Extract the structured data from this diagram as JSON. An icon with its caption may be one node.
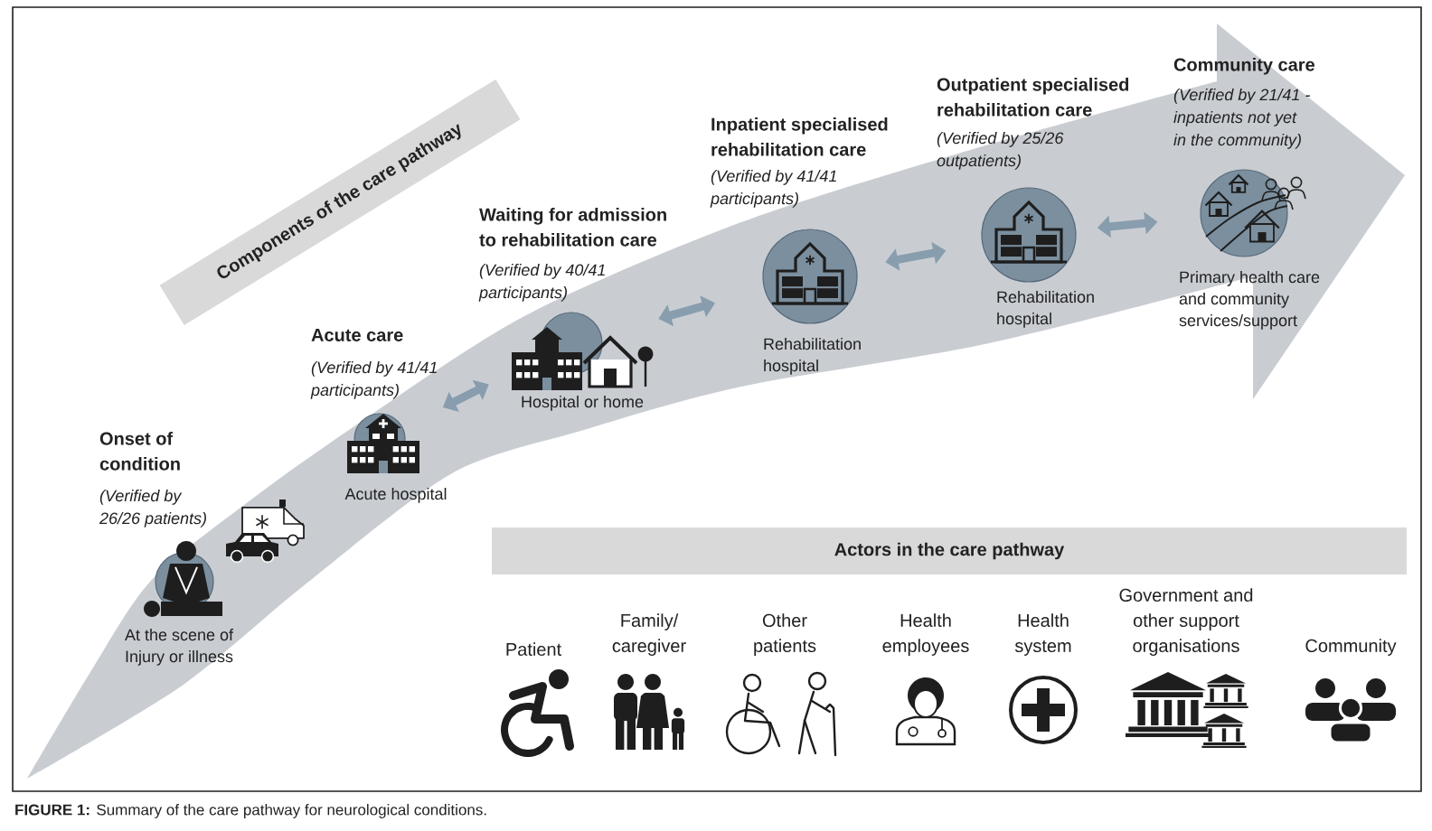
{
  "diagram": {
    "caption": "**FIGURE 1:** Summary of the care pathway for neurological conditions.",
    "nodes": [
      {
        "text": [
          "Components of the care pathway"
        ]
      },
      {
        "text": [
          "Onset of condition",
          "(Verified by 26/26 patients)",
          "At the scene of Injury or illness"
        ]
      },
      {
        "text": [
          "Acute care",
          "(Verified by 41/41 participants)",
          "Acute hospital"
        ]
      },
      {
        "text": [
          "Waiting for admission to rehabilitation care",
          "(Verified by 40/41 participants)",
          "Hospital or home"
        ]
      },
      {
        "text": [
          "Inpatient specialised rehabilitation care",
          "(Verified by 41/41 participants)",
          "Rehabilitation hospital"
        ]
      },
      {
        "text": [
          "Outpatient specialised rehabilitation care",
          "(Verified by 25/26 outpatients)",
          "Rehabilitation hospital"
        ]
      },
      {
        "text": [
          "Community care",
          "(Verified by 21/41 - inpatients not yet in the community)",
          "Primary health care and community services/support"
        ]
      },
      {
        "text": [
          "Actors in the care pathway"
        ]
      }
    ],
    "edges": [
      {
        "from": 2,
        "to": 3,
        "arrow": "both"
      },
      {
        "from": 3,
        "to": 4,
        "arrow": "both"
      },
      {
        "from": 4,
        "to": 5,
        "arrow": "both"
      },
      {
        "from": 5,
        "to": 6,
        "arrow": "both"
      }
    ],
    "labels": [
      "Patient",
      "Family/ caregiver",
      "Other patients",
      "Health employees",
      "Health system",
      "Government and other support organisations",
      "Community"
    ]
  }
}
